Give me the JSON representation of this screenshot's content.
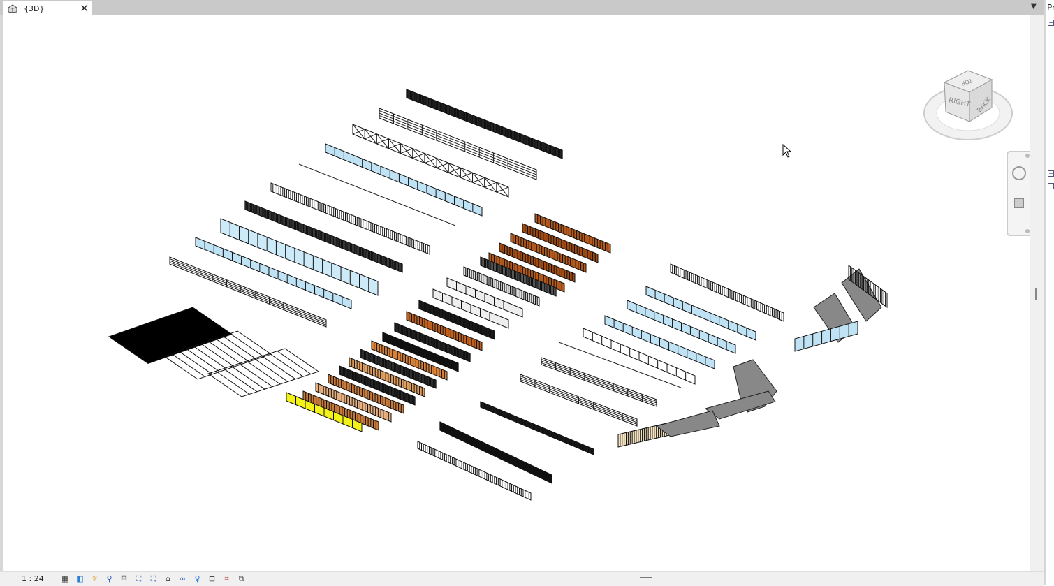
{
  "tab": {
    "title": "{3D}",
    "close": "✕",
    "menu": "▼"
  },
  "viewcube": {
    "top": "TOP",
    "right": "RIGHT",
    "back": "BACK"
  },
  "browser": {
    "header": "Pr",
    "collapse": "−",
    "expand": "+"
  },
  "status": {
    "scale": "1 : 24",
    "icons": [
      "detail-level-icon",
      "visual-style-icon",
      "sun-path-off-icon",
      "shadows-off-icon",
      "render-icon",
      "crop-view-icon",
      "show-crop-region-icon",
      "unlock-3d-view-icon",
      "temporary-hide-icon",
      "reveal-hidden-icon",
      "temporary-view-properties-icon",
      "analytical-model-icon",
      "highlight-displacement-icon"
    ]
  }
}
